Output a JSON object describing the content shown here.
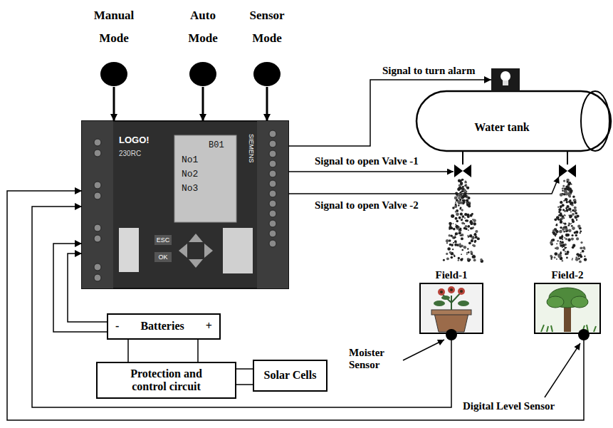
{
  "diagram": {
    "nodes": [
      {
        "text": [
          "Manual Mode"
        ]
      },
      {
        "text": [
          "Auto Mode"
        ]
      },
      {
        "text": [
          "Sensor Mode"
        ]
      },
      {
        "text": [
          "LOGO!",
          "230RC",
          "SIEMENS",
          "No1",
          "No2",
          "No3",
          "B01",
          "ESC",
          "OK"
        ]
      },
      {
        "text": [
          "Water tank"
        ]
      },
      {
        "text": [
          "Field-1"
        ]
      },
      {
        "text": [
          "Field-2"
        ]
      },
      {
        "text": [
          "-",
          "Batteries",
          "+"
        ]
      },
      {
        "text": [
          "Protection and control circuit"
        ]
      },
      {
        "text": [
          "Solar Cells"
        ]
      }
    ],
    "edges": [
      {
        "from": 0,
        "to": 3,
        "arrow": "to"
      },
      {
        "from": 1,
        "to": 3,
        "arrow": "to"
      },
      {
        "from": 2,
        "to": 3,
        "arrow": "to"
      },
      {
        "from": 3,
        "to": 4,
        "label": "Signal to turn alarm",
        "arrow": "to"
      },
      {
        "from": 5,
        "to": 3,
        "arrow": "to"
      },
      {
        "from": 6,
        "to": 3,
        "arrow": "to"
      },
      {
        "from": 7,
        "to": 3,
        "arrow": "to"
      },
      {
        "from": 7,
        "to": 3,
        "arrow": "to"
      },
      {
        "from": 7,
        "to": 8,
        "arrow": "none"
      },
      {
        "from": 7,
        "to": 8,
        "arrow": "none"
      },
      {
        "from": 8,
        "to": 9,
        "arrow": "none"
      },
      {
        "from": 8,
        "to": 9,
        "arrow": "none"
      }
    ],
    "labels": [
      "Signal to open Valve -1",
      "Signal to open Valve -2",
      "Moister Sensor",
      "Digital Level Sensor"
    ]
  }
}
